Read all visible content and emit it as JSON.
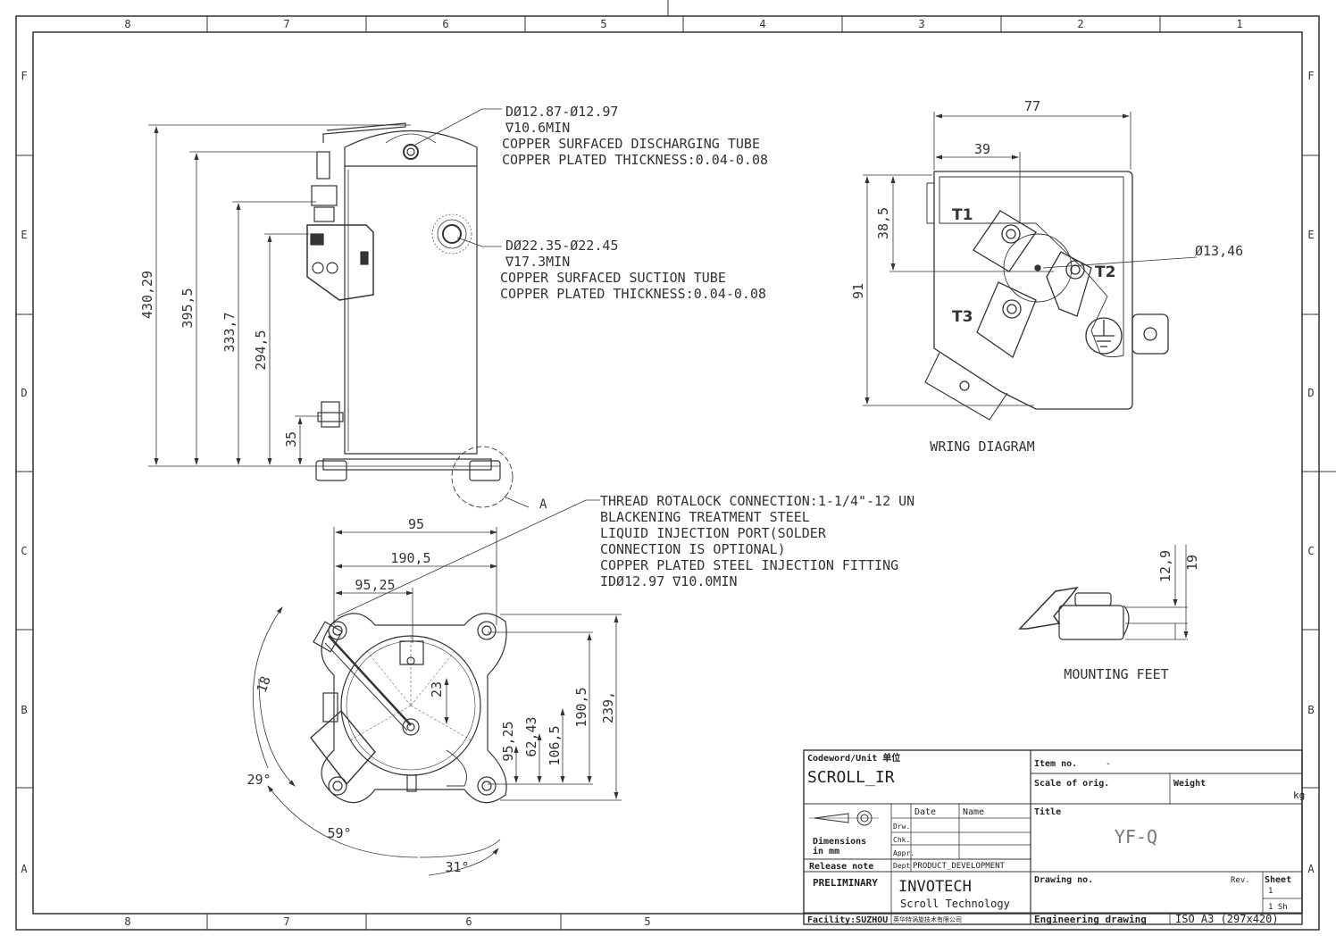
{
  "border": {
    "columns": [
      "8",
      "7",
      "6",
      "5",
      "4",
      "3",
      "2",
      "1"
    ],
    "rows": [
      "F",
      "E",
      "D",
      "C",
      "B",
      "A"
    ],
    "bottom_columns": [
      "8",
      "7",
      "6",
      "5"
    ]
  },
  "side_view": {
    "dims": [
      "430,29",
      "395,5",
      "333,7",
      "294,5",
      "35"
    ],
    "callout_a": "A",
    "discharge_note": [
      "DØ12.87-Ø12.97",
      "∇10.6MIN",
      "COPPER SURFACED DISCHARGING TUBE",
      "COPPER PLATED THICKNESS:0.04-0.08"
    ],
    "suction_note": [
      "DØ22.35-Ø22.45",
      "∇17.3MIN",
      "COPPER SURFACED SUCTION TUBE",
      "COPPER PLATED THICKNESS:0.04-0.08"
    ]
  },
  "wiring": {
    "dims": [
      "77",
      "39",
      "38,5",
      "91",
      "Ø13,46"
    ],
    "terminals": [
      "T1",
      "T2",
      "T3"
    ],
    "caption": "WRING DIAGRAM"
  },
  "top_view": {
    "thread_note": [
      "THREAD ROTALOCK CONNECTION:1-1/4\"-12 UN",
      "BLACKENING TREATMENT STEEL",
      "LIQUID INJECTION PORT(SOLDER",
      "CONNECTION IS OPTIONAL)",
      "COPPER PLATED STEEL INJECTION FITTING",
      "IDØ12.97 ∇10.0MIN"
    ],
    "dims_top": [
      "95",
      "190,5",
      "95,25"
    ],
    "dims_right": [
      "239,",
      "190,5",
      "106,5",
      "62,43",
      "95,25",
      "23"
    ],
    "angles": [
      "18",
      "29°",
      "59°",
      "31°"
    ]
  },
  "mounting": {
    "dims": [
      "12,9",
      "19"
    ],
    "caption": "MOUNTING FEET"
  },
  "title_block": {
    "codeword_label": "Codeword/Unit 单位",
    "codeword": "SCROLL_IR",
    "dimensions_label": "Dimensions\nin mm",
    "date_label": "Date",
    "name_label": "Name",
    "drw": "Drw.",
    "chk": "Chk.",
    "appr": "Appr.",
    "release_label": "Release note",
    "dept_label": "Dept",
    "dept": "PRODUCT_DEVELOPMENT",
    "release": "PRELIMINARY",
    "company": "INVOTECH",
    "company_sub": "Scroll Technology",
    "facility": "Facility:SUZHOU",
    "facility_cn": "英华特涡旋技术有限公司",
    "item_label": "Item no.",
    "item": "-",
    "scale_label": "Scale of orig.",
    "weight_label": "Weight",
    "weight_unit": "kg",
    "title_label": "Title",
    "title": "YF-Q",
    "drawing_label": "Drawing no.",
    "rev_label": "Rev.",
    "sheet_label": "Sheet",
    "sheet_no": "1",
    "sheet_total": "1 Sh",
    "eng": "Engineering drawing",
    "iso": "ISO A3 (297x420)"
  }
}
